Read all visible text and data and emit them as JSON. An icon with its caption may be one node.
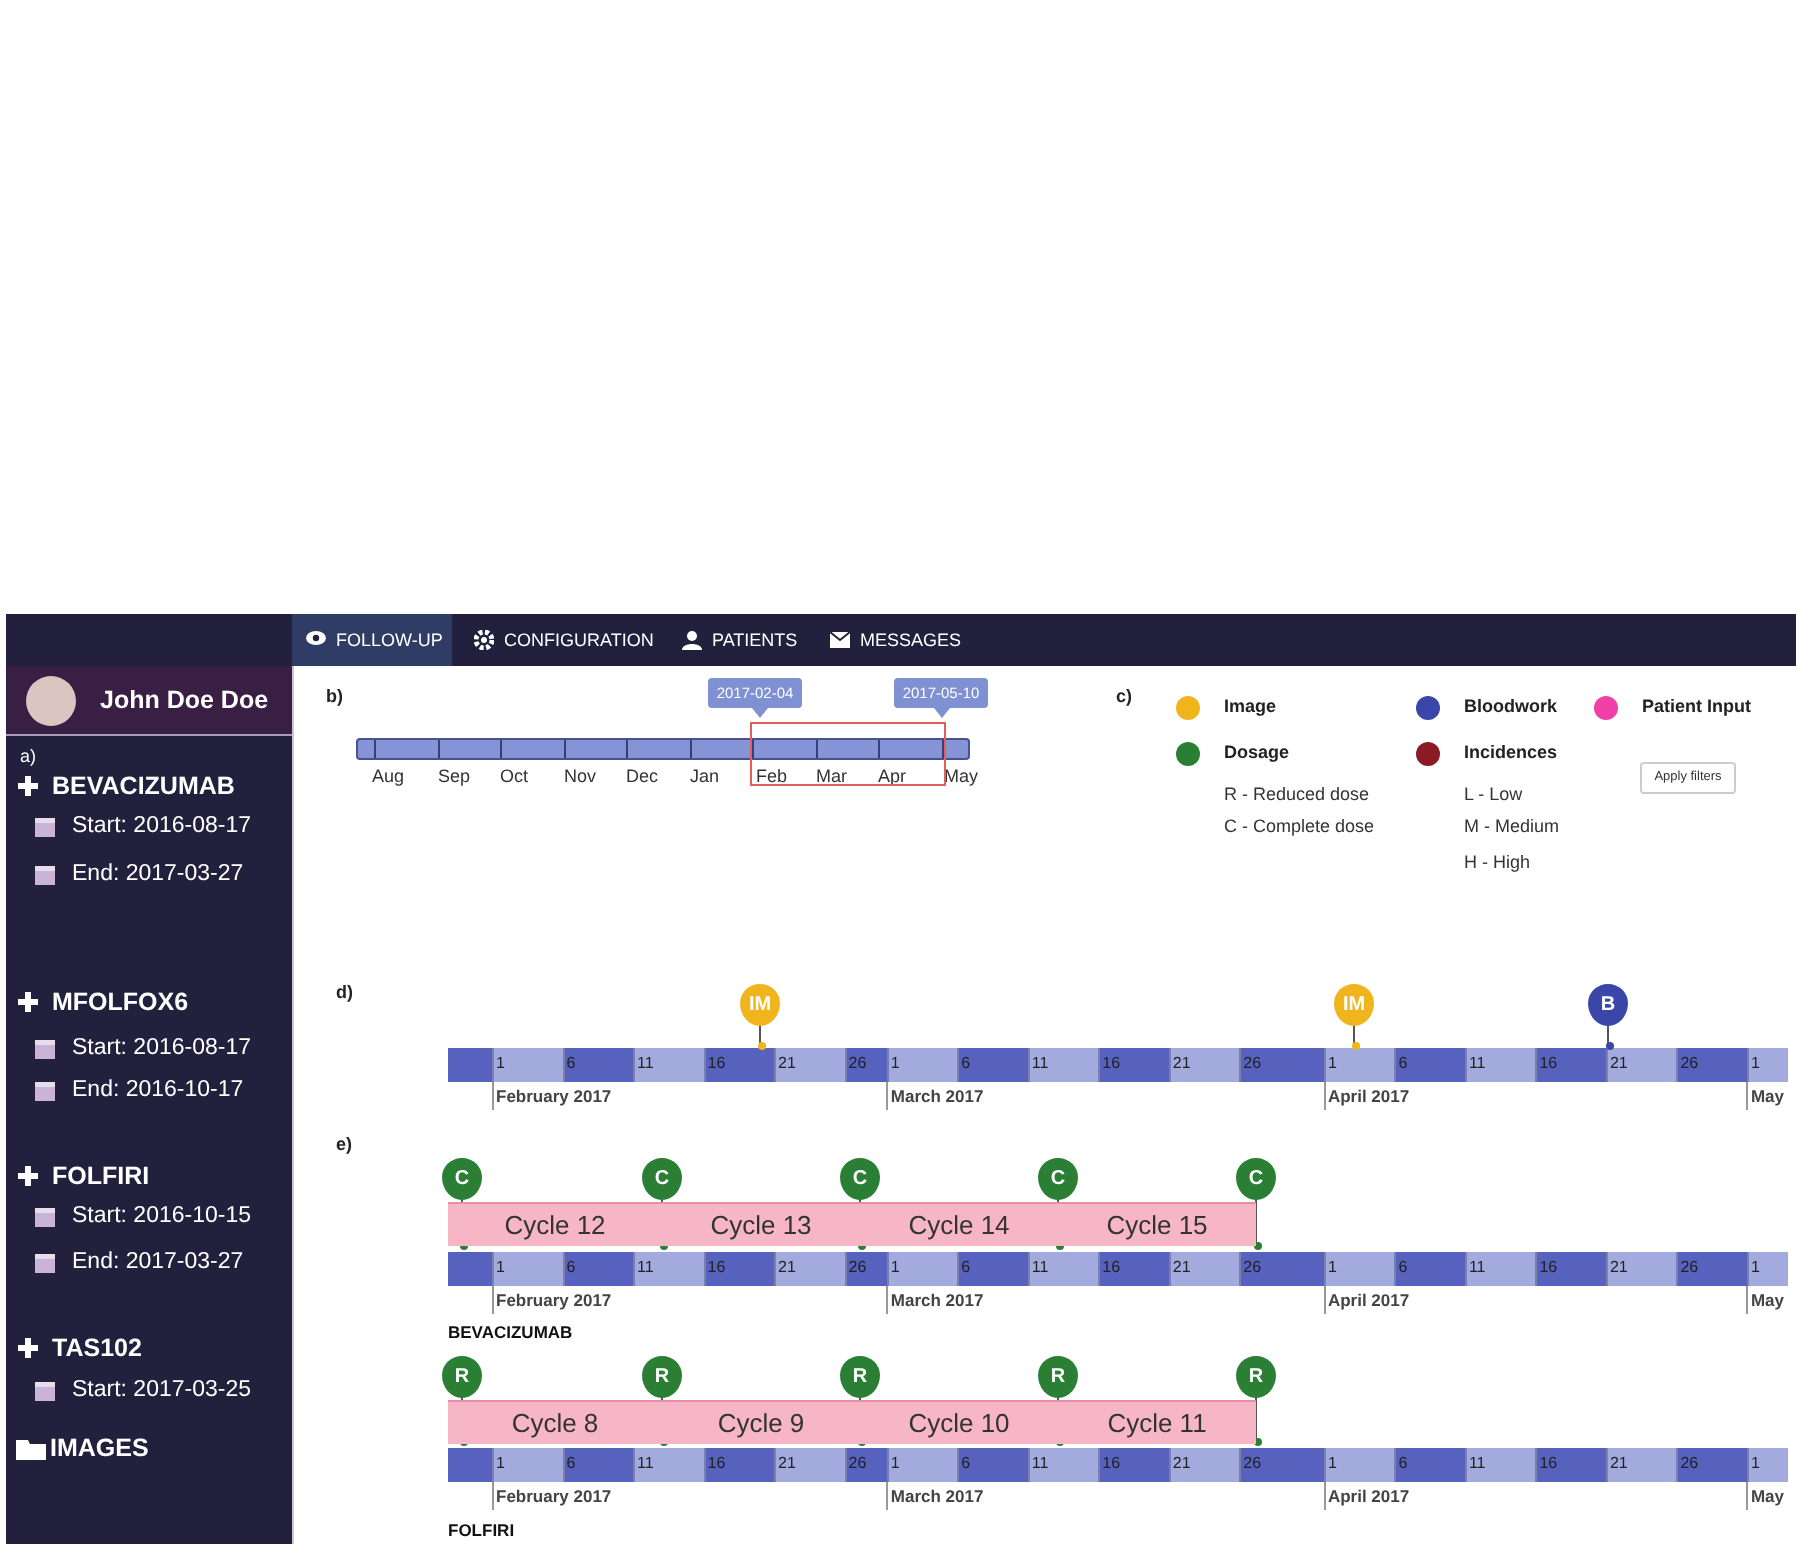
{
  "diagram": {
    "nodes": [
      {
        "text": [
          "John Doe Doe"
        ]
      },
      {
        "text": [
          "FOLLOW-UP"
        ]
      },
      {
        "text": [
          "CONFIGURATION"
        ]
      },
      {
        "text": [
          "PATIENTS"
        ]
      },
      {
        "text": [
          "MESSAGES"
        ]
      },
      {
        "text": [
          "2017-02-04"
        ]
      },
      {
        "text": [
          "2017-05-10"
        ]
      },
      {
        "text": [
          "Apply filters"
        ]
      },
      {
        "text": [
          "IM"
        ]
      },
      {
        "text": [
          "IM"
        ]
      },
      {
        "text": [
          "B"
        ]
      },
      {
        "text": [
          "C"
        ]
      },
      {
        "text": [
          "C"
        ]
      },
      {
        "text": [
          "C"
        ]
      },
      {
        "text": [
          "C"
        ]
      },
      {
        "text": [
          "C"
        ]
      },
      {
        "text": [
          "Cycle 12"
        ]
      },
      {
        "text": [
          "Cycle 13"
        ]
      },
      {
        "text": [
          "Cycle 14"
        ]
      },
      {
        "text": [
          "Cycle 15"
        ]
      },
      {
        "text": [
          "R"
        ]
      },
      {
        "text": [
          "R"
        ]
      },
      {
        "text": [
          "R"
        ]
      },
      {
        "text": [
          "R"
        ]
      },
      {
        "text": [
          "R"
        ]
      },
      {
        "text": [
          "Cycle 8"
        ]
      },
      {
        "text": [
          "Cycle 9"
        ]
      },
      {
        "text": [
          "Cycle 10"
        ]
      },
      {
        "text": [
          "Cycle 11"
        ]
      }
    ],
    "labels": [
      "a)",
      "BEVACIZUMAB",
      "Start: 2016-08-17",
      "End: 2017-03-27",
      "MFOLFOX6",
      "Start: 2016-08-17",
      "End: 2016-10-17",
      "FOLFIRI",
      "Start: 2016-10-15",
      "End: 2017-03-27",
      "TAS102",
      "Start: 2017-03-25",
      "IMAGES",
      "b)",
      "Aug",
      "Sep",
      "Oct",
      "Nov",
      "Dec",
      "Jan",
      "Feb",
      "Mar",
      "Apr",
      "May",
      "c)",
      "R - Reduced dose",
      "C - Complete dose",
      "L - Low",
      "M - Medium",
      "H - High",
      "d)",
      "1",
      "6",
      "11",
      "16",
      "21",
      "26",
      "1",
      "6",
      "11",
      "16",
      "21",
      "26",
      "1",
      "6",
      "11",
      "16",
      "21",
      "26",
      "1",
      "February 2017",
      "March 2017",
      "April 2017",
      "May",
      "e)",
      "1",
      "6",
      "11",
      "16",
      "21",
      "26",
      "1",
      "6",
      "11",
      "16",
      "21",
      "26",
      "1",
      "6",
      "11",
      "16",
      "21",
      "26",
      "1",
      "February 2017",
      "March 2017",
      "April 2017",
      "May",
      "BEVACIZUMAB",
      "1",
      "6",
      "11",
      "16",
      "21",
      "26",
      "1",
      "6",
      "11",
      "16",
      "21",
      "26",
      "1",
      "6",
      "11",
      "16",
      "21",
      "26",
      "1",
      "February 2017",
      "March 2017",
      "April 2017",
      "May",
      "FOLFIRI"
    ],
    "legend": [
      {
        "text": "Image",
        "color": "#f0b51c"
      },
      {
        "text": "Bloodwork",
        "color": "#3b47a8"
      },
      {
        "text": "Patient Input",
        "color": "#f03fa6"
      },
      {
        "text": "Dosage",
        "color": "#2a7f35"
      },
      {
        "text": "Incidences",
        "color": "#8b1a22"
      }
    ]
  }
}
